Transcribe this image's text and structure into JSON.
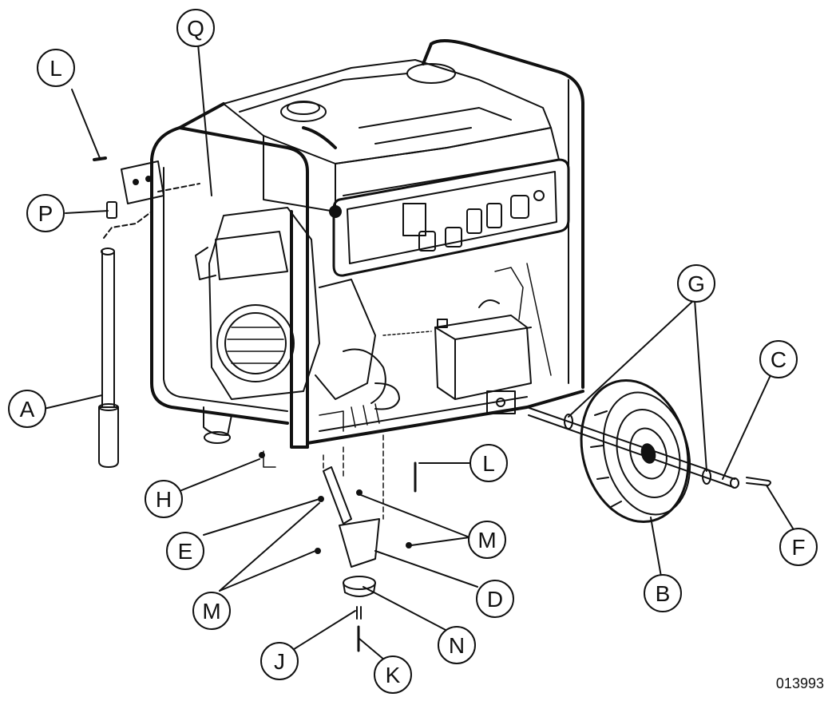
{
  "figure": {
    "id": "013993",
    "callouts": [
      {
        "key": "L1",
        "label": "L"
      },
      {
        "key": "Q",
        "label": "Q"
      },
      {
        "key": "P",
        "label": "P"
      },
      {
        "key": "A",
        "label": "A"
      },
      {
        "key": "G",
        "label": "G"
      },
      {
        "key": "C",
        "label": "C"
      },
      {
        "key": "F",
        "label": "F"
      },
      {
        "key": "B",
        "label": "B"
      },
      {
        "key": "H",
        "label": "H"
      },
      {
        "key": "L2",
        "label": "L"
      },
      {
        "key": "E",
        "label": "E"
      },
      {
        "key": "M1",
        "label": "M"
      },
      {
        "key": "M2",
        "label": "M"
      },
      {
        "key": "D",
        "label": "D"
      },
      {
        "key": "N",
        "label": "N"
      },
      {
        "key": "J",
        "label": "J"
      },
      {
        "key": "K",
        "label": "K"
      }
    ]
  }
}
